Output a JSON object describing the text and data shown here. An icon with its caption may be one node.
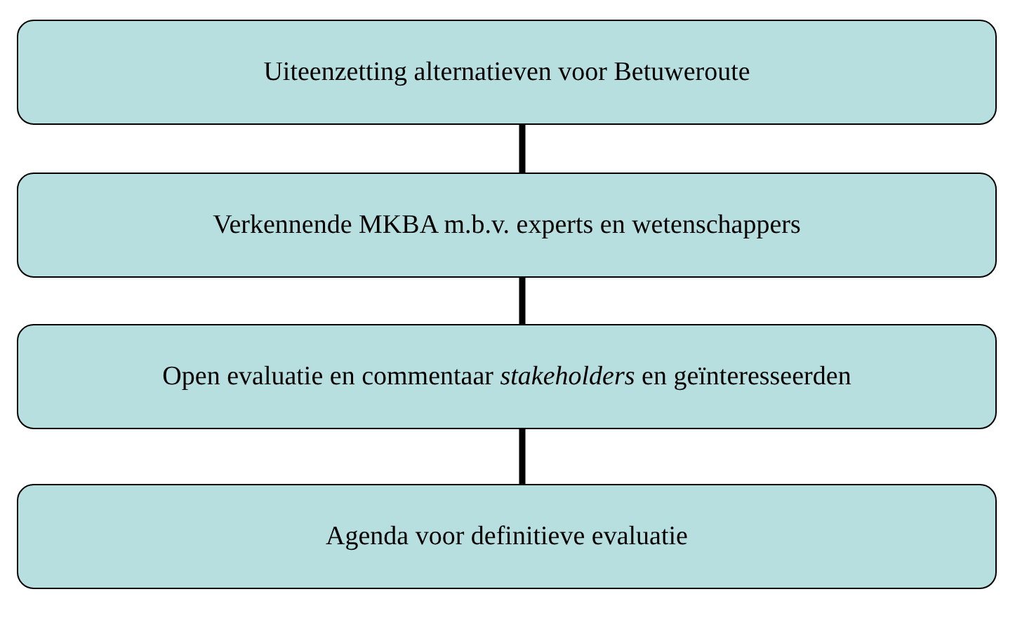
{
  "diagram": {
    "nodes": [
      {
        "text": [
          "Uiteenzetting alternatieven voor Betuweroute"
        ]
      },
      {
        "text": [
          "Verkennende MKBA m.b.v. experts en wetenschappers"
        ]
      },
      {
        "text": [
          "Open evaluatie en commentaar *stakeholders* en geïnteresseerden"
        ]
      },
      {
        "text": [
          "Agenda voor definitieve evaluatie"
        ]
      }
    ],
    "edges": [
      {
        "from": 0,
        "to": 1,
        "arrow": "none"
      },
      {
        "from": 1,
        "to": 2,
        "arrow": "none"
      },
      {
        "from": 2,
        "to": 3,
        "arrow": "none"
      }
    ]
  }
}
